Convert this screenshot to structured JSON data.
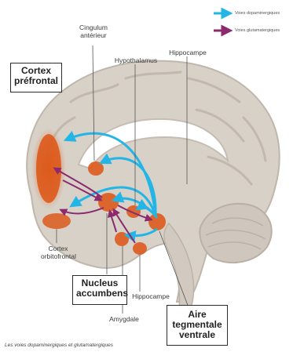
{
  "legend": {
    "dopaminergic": {
      "label": "Voies dopaminergiques",
      "color": "#22b5e6"
    },
    "glutamatergic": {
      "label": "Voies glutamatergiques",
      "color": "#8b2a6e"
    }
  },
  "labels": {
    "cingulum": "Cingulum antérieur",
    "hypothalamus": "Hypothalamus",
    "hippocampe_top": "Hippocampe",
    "cortex_orbito": "Cortex orbitofrontal",
    "amygdale": "Amygdale",
    "hippocampe_bottom": "Hippocampe"
  },
  "boxes": {
    "cortex_prefrontal": "Cortex préfrontal",
    "nucleus_accumbens": "Nucleus accumbens",
    "aire_tegmentale": "Aire tegmentale ventrale"
  },
  "caption": "Les voies dopaminergiques et glutamatergiques",
  "colors": {
    "brain": "#d6cfc6",
    "brain_dark": "#b9b0a6",
    "region": "#d9541a",
    "dopamine": "#22b5e6",
    "glutamate": "#8b2a6e"
  }
}
